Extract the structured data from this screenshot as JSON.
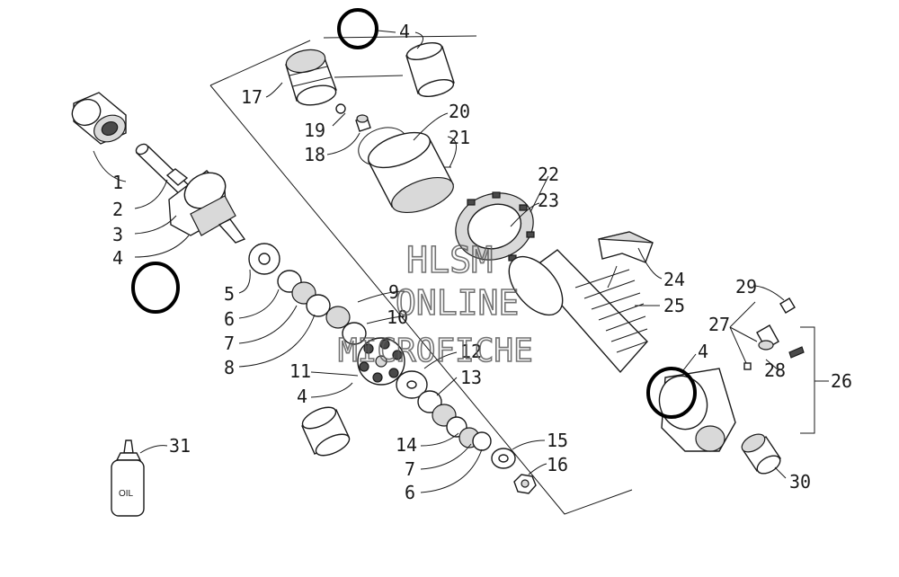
{
  "diagram": {
    "callouts": [
      "1",
      "2",
      "3",
      "4",
      "5",
      "6",
      "7",
      "8",
      "9",
      "10",
      "11",
      "12",
      "13",
      "14",
      "15",
      "16",
      "17",
      "18",
      "19",
      "20",
      "21",
      "22",
      "23",
      "24",
      "25",
      "26",
      "27",
      "28",
      "29",
      "30",
      "31"
    ],
    "bottle_label": "OIL",
    "watermark": [
      "HLSM",
      "ONLINE",
      "MICROFICHE"
    ]
  }
}
